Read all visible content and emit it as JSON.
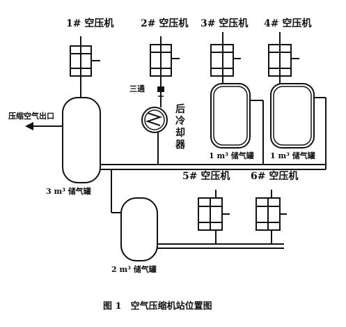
{
  "compressors": {
    "c1": "1# 空压机",
    "c2": "2# 空压机",
    "c3": "3# 空压机",
    "c4": "4# 空压机",
    "c5": "5# 空压机",
    "c6": "6# 空压机"
  },
  "tanks": {
    "t3": "3 m³ 储气罐",
    "t2": "2 m³ 储气罐",
    "t1a": "1 m³ 储气罐",
    "t1b": "1 m³ 储气罐"
  },
  "labels": {
    "outlet": "压缩空气出口",
    "three_way": "三通",
    "aftercooler": [
      "后",
      "冷",
      "却",
      "器"
    ]
  },
  "caption": "图 1　空气压缩机站位置图"
}
